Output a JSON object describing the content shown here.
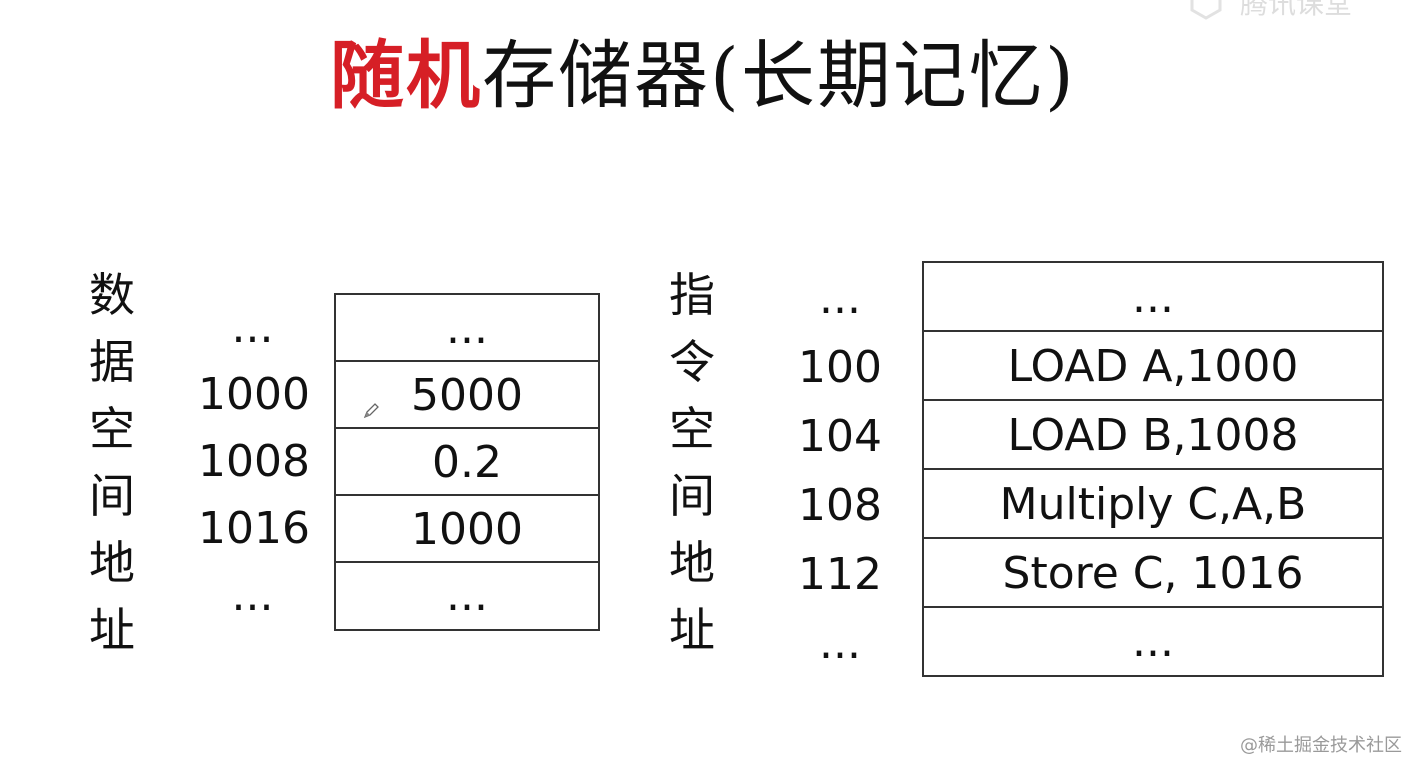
{
  "title": {
    "accent_text": "随机",
    "rest_text": "存储器(长期记忆)"
  },
  "data_space": {
    "label_chars": [
      "数",
      "据",
      "空",
      "间",
      "地",
      "址"
    ],
    "addresses": [
      "...",
      "1000",
      "1008",
      "1016",
      "..."
    ],
    "values": [
      "...",
      "5000",
      "0.2",
      "1000",
      "..."
    ]
  },
  "instruction_space": {
    "label_chars": [
      "指",
      "令",
      "空",
      "间",
      "地",
      "址"
    ],
    "addresses": [
      "...",
      "100",
      "104",
      "108",
      "112",
      "..."
    ],
    "values": [
      "...",
      "LOAD A,1000",
      "LOAD B,1008",
      "Multiply C,A,B",
      "Store C, 1016",
      "..."
    ]
  },
  "watermarks": {
    "top": "腾讯课堂",
    "bottom": "@稀土掘金技术社区"
  },
  "icons": {
    "pencil": "pencil-icon",
    "logo": "tencent-classroom-logo-icon"
  },
  "colors": {
    "accent": "#d61f26",
    "text": "#111111",
    "border": "#333333"
  }
}
